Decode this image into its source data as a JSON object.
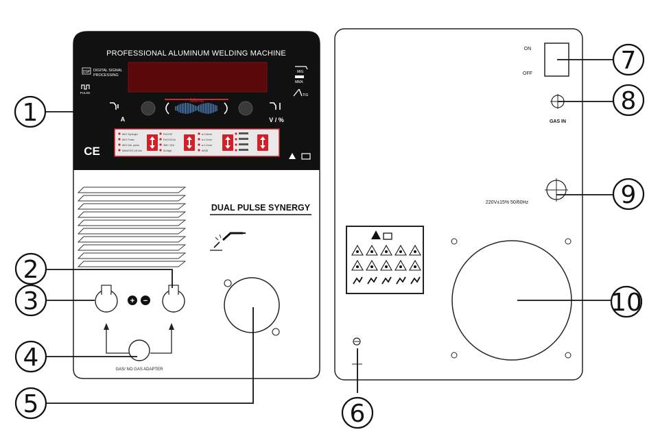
{
  "front_panel": {
    "title": "PROFESSIONAL ALUMINUM WELDING MACHINE",
    "dsp_label_1": "DIGITAL SIGNAL",
    "dsp_label_2": "PROCESSING",
    "dsp_badge": "DSP",
    "pulse_label": "PULSE",
    "menu_label": "Menu",
    "left_knob_unit": "A",
    "right_knob_unit": "V / %",
    "ce_mark": "CE",
    "mode_labels": [
      "MIG",
      "MMA",
      "TIG"
    ],
    "selector_column_1": [
      "MIG Synergic",
      "MIG Pulse",
      "MIG Dbl. pulse",
      "MMA/TIG Lift Arc"
    ],
    "selector_column_2": [
      "Fe/CO2",
      "Fe/CO2/Ar",
      "308 / 316",
      "ALMg5"
    ],
    "selector_column_3": [
      "⌀ 0.8mm",
      "⌀ 1.0mm",
      "⌀ 1.2mm",
      "AlSi5"
    ],
    "brand_text": "DUAL PULSE SYNERGY",
    "adapter_label": "GAS/ NO GAS ADAPTER",
    "plus_symbol": "+",
    "minus_symbol": "−"
  },
  "back_panel": {
    "switch_on": "ON",
    "switch_off": "OFF",
    "gas_in": "GAS IN",
    "power_spec": "220V±15% 50/60Hz"
  },
  "callouts": [
    "1",
    "2",
    "3",
    "4",
    "5",
    "6",
    "7",
    "8",
    "9",
    "10"
  ],
  "colors": {
    "panel_black": "#111111",
    "button_red": "#d0202a",
    "display_red": "#6e0a0a",
    "menu_red": "#e2222a",
    "menu_blue": "#5aa0e6"
  }
}
